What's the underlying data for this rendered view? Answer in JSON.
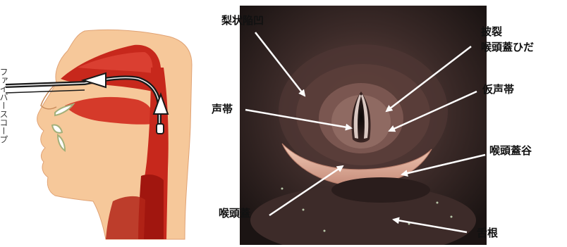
{
  "side_caption": "ファイバースコープ",
  "labels": {
    "piriform_recess": "梨状陥凹",
    "aryepiglottic_fold_line1": "披裂",
    "aryepiglottic_fold_line2": "喉頭蓋ひだ",
    "vocal_cord": "声帯",
    "false_vocal_cord": "仮声帯",
    "vallecula": "喉頭蓋谷",
    "epiglottis": "喉頭蓋",
    "tongue_base": "舌根"
  },
  "colors": {
    "skin": "#f6c89a",
    "airway": "#c7281c",
    "airway_dark": "#a1160f",
    "scope_background": "#2b1f1e",
    "epiglottis": "#e9b7a2",
    "arrow": "#ffffff"
  }
}
